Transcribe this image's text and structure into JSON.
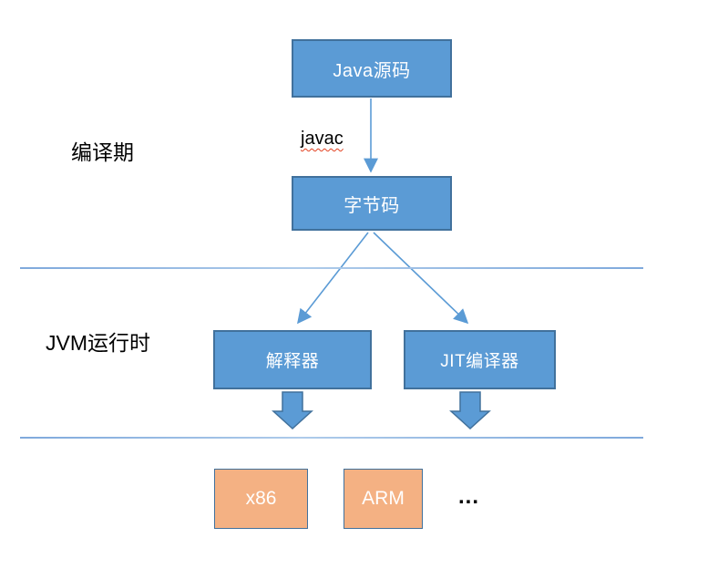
{
  "colors": {
    "node_fill": "#5b9bd5",
    "node_border": "#41719c",
    "arch_fill": "#f4b183",
    "arch_border": "#41719c",
    "connector": "#5b9bd5",
    "divider": "#7fa9dc",
    "text_dark": "#000000",
    "text_light": "#ffffff",
    "squiggle": "#e2401f"
  },
  "phases": {
    "compile_label": "编译期",
    "runtime_label": "JVM运行时"
  },
  "nodes": {
    "java_source": "Java源码",
    "bytecode": "字节码",
    "interpreter": "解释器",
    "jit_compiler": "JIT编译器",
    "x86": "x86",
    "arm": "ARM"
  },
  "connectors": {
    "javac_label": "javac"
  },
  "more_label": "..."
}
